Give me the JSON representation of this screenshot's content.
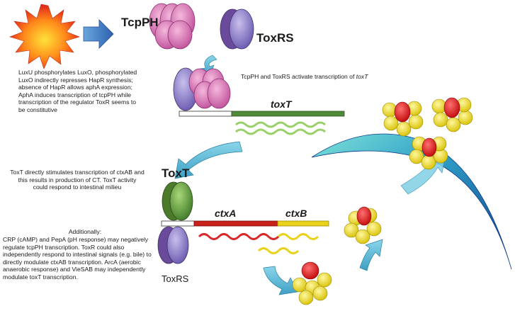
{
  "labels": {
    "tcpph": "TcpPH",
    "toxrs_top": "ToxRS",
    "toxt_gene": "toxT",
    "toxt_protein": "ToxT",
    "ctxa": "ctxA",
    "ctxb": "ctxB",
    "toxrs_bottom": "ToxRS"
  },
  "captions": {
    "activate_prefix": "TcpPH and ToxRS activate transcription of ",
    "activate_gene": "toxT",
    "luxu": [
      "LuxU phosphorylates LuxO, phosphorylated",
      "LuxO indirectly represses HapR synthesis;",
      "absence of HapR allows aphA expression;",
      "AphA induces transcription of tcpPH while",
      "transcription of the regulator ToxR seems to",
      "be constitutive"
    ],
    "toxt_direct": [
      "ToxT directly stimulates transcription of ctxAB and",
      "this results in production of CT. ToxT activity",
      "could respond to intestinal milieu"
    ],
    "additionally_title": "Additionally:",
    "additionally": [
      "CRP (cAMP) and PepA (pH response) may negatively",
      "regulate tcpPH transcription. ToxR could also",
      "independently respond to intestinal signals (e.g. bile) to",
      "directly modulate ctxAB transcription. ArcA (aerobic",
      "anaerobic response) and VieSAB may independently",
      "modulate toxT transcription."
    ]
  },
  "colors": {
    "toxt_gene": "#4f8a3a",
    "ctxa_gene": "#c8201a",
    "ctxb_gene": "#e8d21a",
    "pilus": "#2a7fb8",
    "arrow": "#5bb8d6",
    "tcpph": "#d66cb0",
    "toxrs": "#8a78c0",
    "toxt_protein": "#6a9a40",
    "ct_a": "#e01818",
    "ct_b": "#f0e020"
  }
}
